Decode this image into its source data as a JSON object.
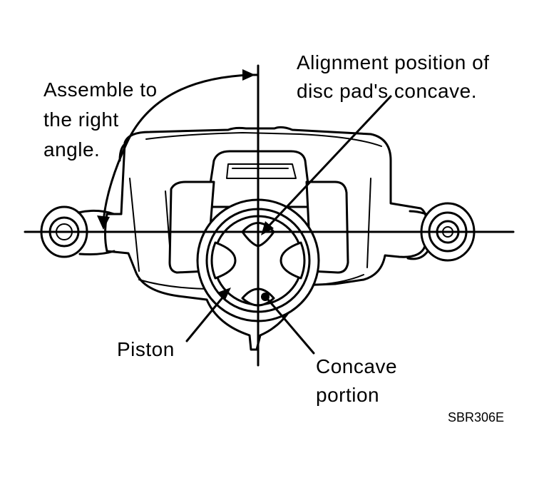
{
  "labels": {
    "alignment_line1": "Alignment position of",
    "alignment_line2": "disc pad's concave.",
    "assemble_line1": "Assemble to",
    "assemble_line2": "the right",
    "assemble_line3": "angle.",
    "piston": "Piston",
    "concave_line1": "Concave",
    "concave_line2": "portion",
    "figure_code": "SBR306E"
  }
}
